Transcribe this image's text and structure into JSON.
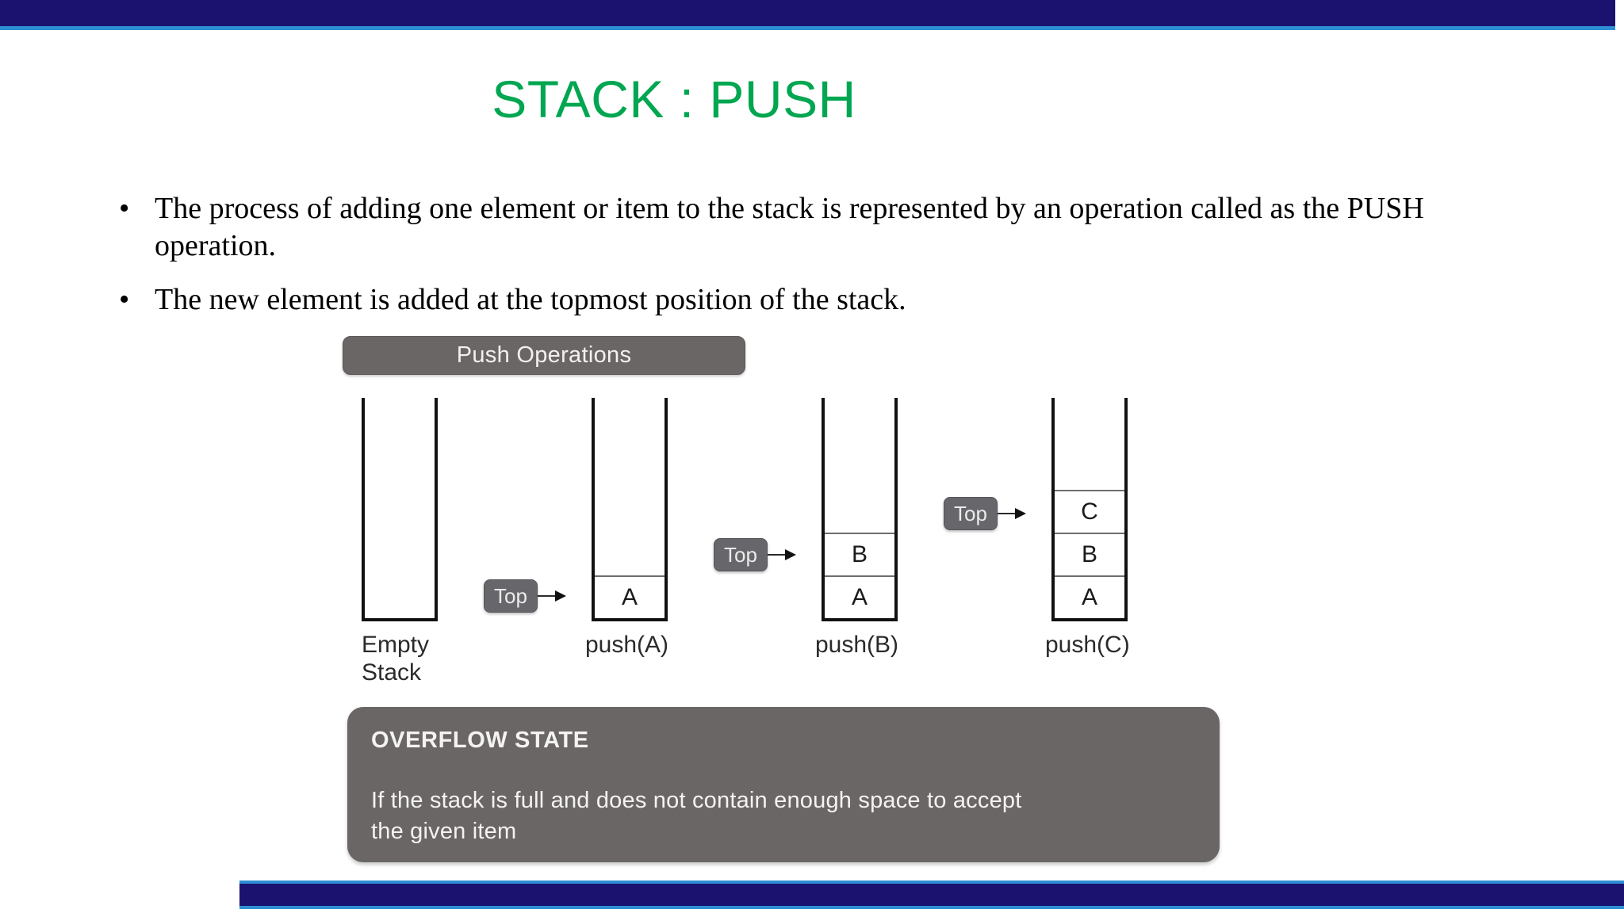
{
  "slide": {
    "title": "STACK : PUSH",
    "title_color": "#00A650",
    "bar_color": "#1B1270",
    "bar_accent_color": "#2E8FD4",
    "bullets": [
      "The process of adding one element or item to the stack is represented by an operation called as the PUSH operation.",
      "The new element is added at the topmost position of the stack."
    ],
    "bullet_marker": "•"
  },
  "diagram": {
    "header_label": "Push Operations",
    "top_label": "Top",
    "stacks": [
      {
        "caption": "Empty\nStack",
        "cells": [],
        "has_top": false
      },
      {
        "caption": "push(A)",
        "cells": [
          "A"
        ],
        "has_top": true
      },
      {
        "caption": "push(B)",
        "cells": [
          "A",
          "B"
        ],
        "has_top": true
      },
      {
        "caption": "push(C)",
        "cells": [
          "A",
          "B",
          "C"
        ],
        "has_top": true
      }
    ],
    "overflow": {
      "title": "OVERFLOW STATE",
      "body": "If the stack is full and does not contain enough space to accept\nthe given item"
    }
  }
}
